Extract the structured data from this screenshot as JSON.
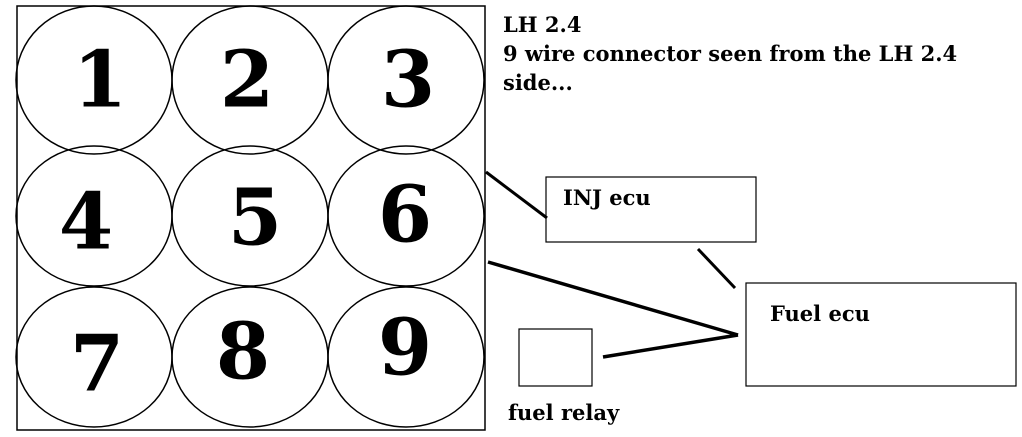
{
  "header": {
    "title": "LH 2.4",
    "line1": "9 wire connector seen from the LH 2.4",
    "line2": "side..."
  },
  "connector": {
    "pins": [
      "1",
      "2",
      "3",
      "4",
      "5",
      "6",
      "7",
      "8",
      "9"
    ]
  },
  "components": {
    "inj_ecu": "INJ ecu",
    "fuel_ecu": "Fuel ecu",
    "fuel_relay": "fuel relay"
  }
}
